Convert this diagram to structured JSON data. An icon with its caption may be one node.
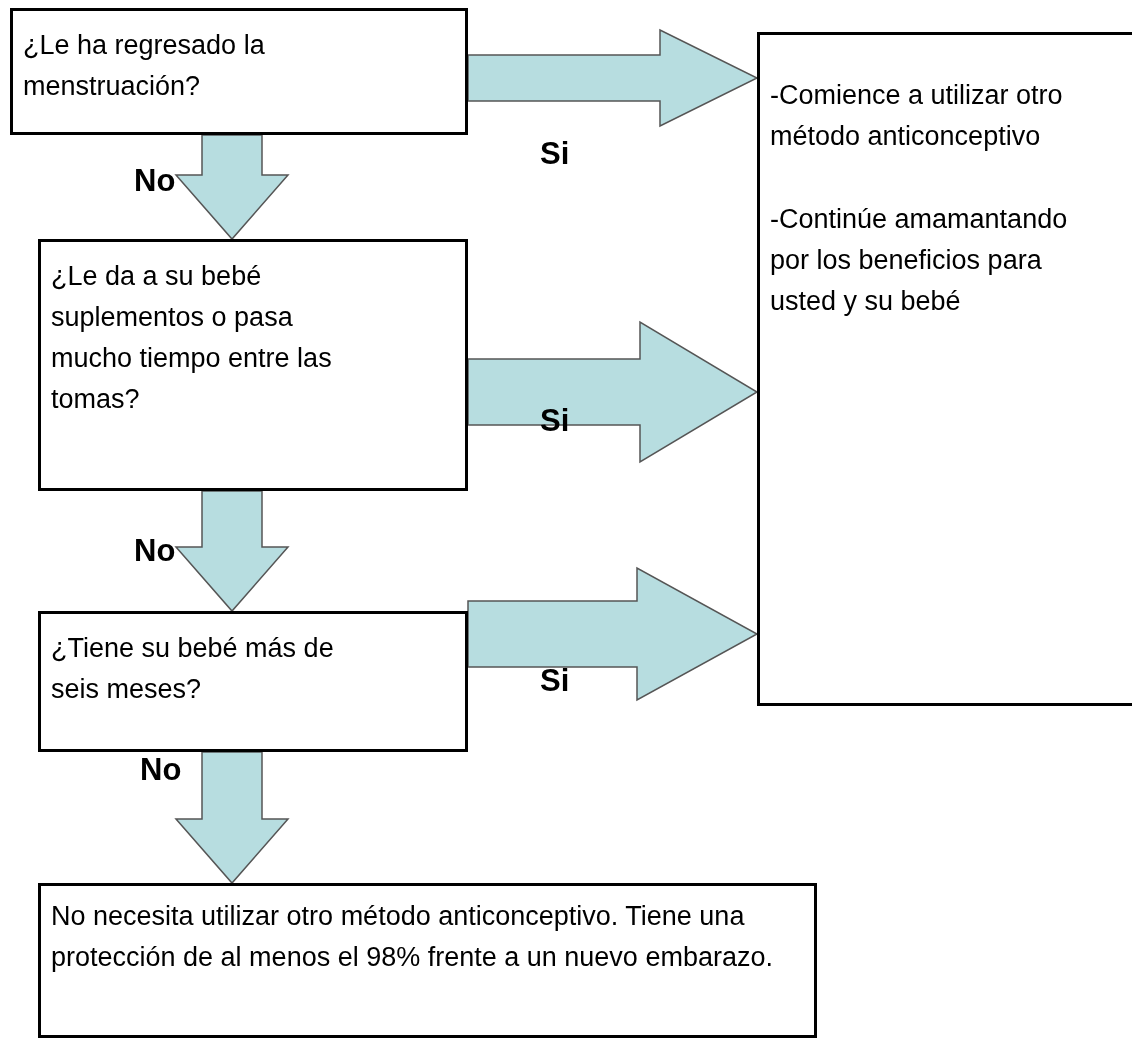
{
  "diagram": {
    "nodes": [
      {
        "text": [
          "¿Le ha regresado la menstruación?"
        ]
      },
      {
        "text": [
          "¿Le da a su bebé suplementos o pasa mucho tiempo entre las tomas?"
        ]
      },
      {
        "text": [
          "¿Tiene su bebé más de seis meses?"
        ]
      },
      {
        "text": [
          "No necesita utilizar otro método anticonceptivo. Tiene una protección de al menos el 98% frente a un nuevo embarazo."
        ]
      },
      {
        "text": [
          "-Comience a utilizar otro método anticonceptivo",
          "-Continúe amamantando por los beneficios para usted y su bebé"
        ]
      }
    ],
    "edges": [
      {
        "from": 0,
        "to": 4,
        "arrow": "to",
        "label": "Si"
      },
      {
        "from": 0,
        "to": 1,
        "arrow": "to",
        "label": "No"
      },
      {
        "from": 1,
        "to": 4,
        "arrow": "to",
        "label": "Si"
      },
      {
        "from": 1,
        "to": 2,
        "arrow": "to",
        "label": "No"
      },
      {
        "from": 2,
        "to": 4,
        "arrow": "to",
        "label": "Si"
      },
      {
        "from": 2,
        "to": 3,
        "arrow": "to",
        "label": "No"
      }
    ]
  }
}
